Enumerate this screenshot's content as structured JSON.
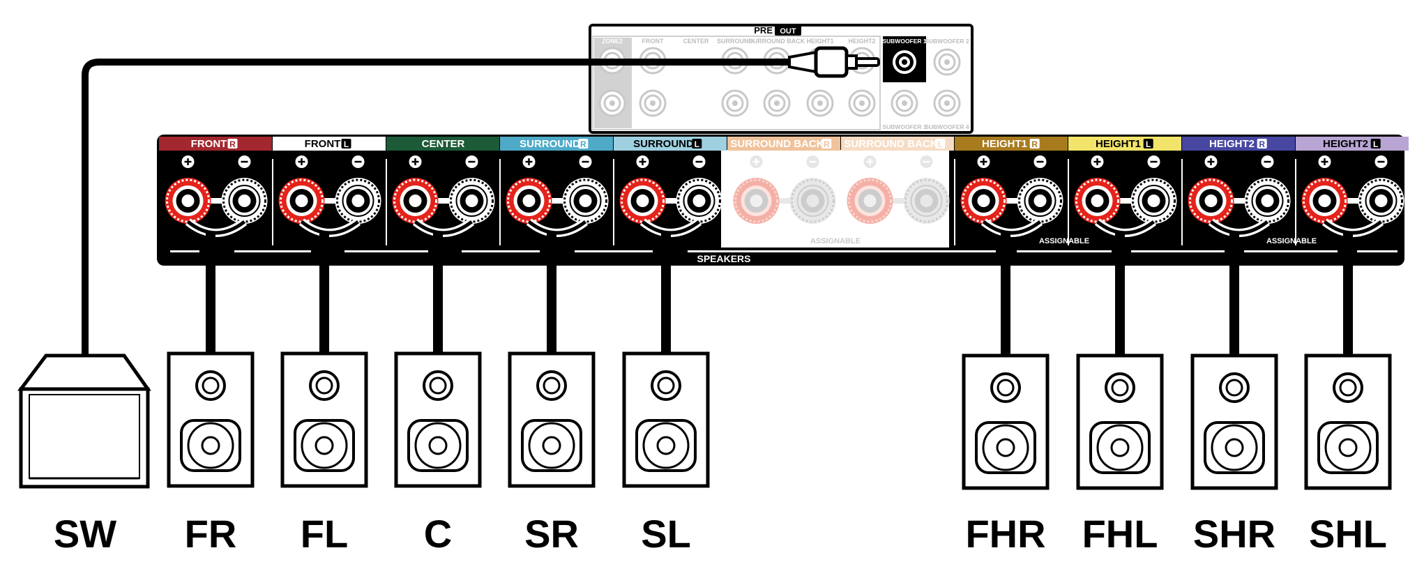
{
  "preout": {
    "pre": "PRE",
    "out": "OUT",
    "top_labels": [
      "ZONE2",
      "FRONT",
      "CENTER",
      "SURROUND",
      "SURROUND BACK",
      "HEIGHT1",
      "HEIGHT2"
    ],
    "sub1": "SUBWOOFER 1",
    "sub2": "SUBWOOFER 2",
    "sub3": "SUBWOOFER 3",
    "sub4": "SUBWOOFER 4"
  },
  "panel": {
    "speakers_label": "SPEAKERS",
    "assignable": "ASSIGNABLE"
  },
  "channels": [
    {
      "name": "FRONT",
      "side": "R",
      "color": "#a3272e",
      "text": "#ffffff",
      "active": true
    },
    {
      "name": "FRONT",
      "side": "L",
      "color": "#ffffff",
      "text": "#000000",
      "active": true
    },
    {
      "name": "CENTER",
      "side": "",
      "color": "#1d5a37",
      "text": "#ffffff",
      "active": true
    },
    {
      "name": "SURROUND",
      "side": "R",
      "color": "#4faac8",
      "text": "#ffffff",
      "active": true
    },
    {
      "name": "SURROUND",
      "side": "L",
      "color": "#9fd0e0",
      "text": "#000000",
      "active": true
    },
    {
      "name": "SURROUND BACK",
      "side": "R",
      "color": "#f0c39c",
      "text": "#ffffff",
      "active": false
    },
    {
      "name": "SURROUND BACK",
      "side": "L",
      "color": "#f6dcc4",
      "text": "#ffffff",
      "active": false
    },
    {
      "name": "HEIGHT1",
      "side": "R",
      "color": "#a87b1f",
      "text": "#ffffff",
      "active": true
    },
    {
      "name": "HEIGHT1",
      "side": "L",
      "color": "#f2e46a",
      "text": "#000000",
      "active": true
    },
    {
      "name": "HEIGHT2",
      "side": "R",
      "color": "#4747a1",
      "text": "#ffffff",
      "active": true
    },
    {
      "name": "HEIGHT2",
      "side": "L",
      "color": "#b9a5d4",
      "text": "#000000",
      "active": true
    }
  ],
  "speakers": [
    {
      "label": "SW",
      "type": "subwoofer"
    },
    {
      "label": "FR",
      "type": "speaker"
    },
    {
      "label": "FL",
      "type": "speaker"
    },
    {
      "label": "C",
      "type": "speaker"
    },
    {
      "label": "SR",
      "type": "speaker"
    },
    {
      "label": "SL",
      "type": "speaker"
    },
    {
      "label": "FHR",
      "type": "speaker"
    },
    {
      "label": "FHL",
      "type": "speaker"
    },
    {
      "label": "SHR",
      "type": "speaker"
    },
    {
      "label": "SHL",
      "type": "speaker"
    }
  ],
  "colors": {
    "terminal_red": "#e4231b",
    "line": "#000000",
    "faded": "#c8c8c8"
  }
}
